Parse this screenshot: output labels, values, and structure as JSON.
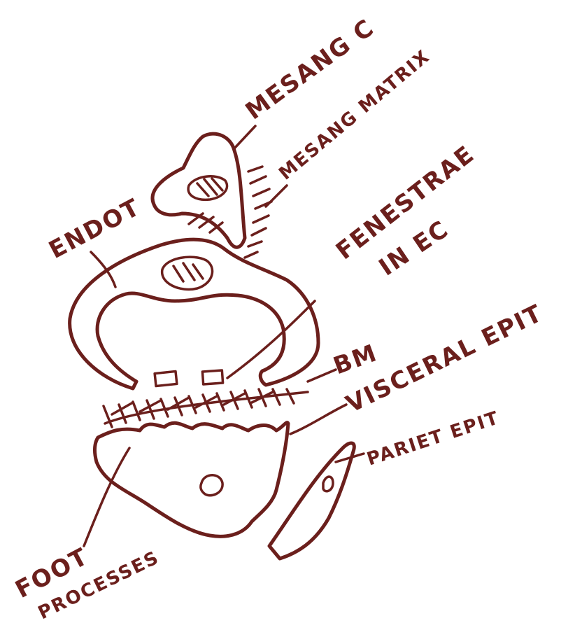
{
  "labels": {
    "mesangial_cell": "MESANG C",
    "mesangial_matrix": "MESANG MATRIX",
    "endot": "ENDOT",
    "fenestrae": "FENESTRAE",
    "fenestrae_in": "IN EC",
    "bm": "BM",
    "visceral_epit": "VISCERAL EPIT",
    "pariet_epit": "PARIET EPIT",
    "foot": "FOOT",
    "processes": "PROCESSES"
  },
  "colors": {
    "ink": "#6b1f1c",
    "background": "#ffffff"
  }
}
